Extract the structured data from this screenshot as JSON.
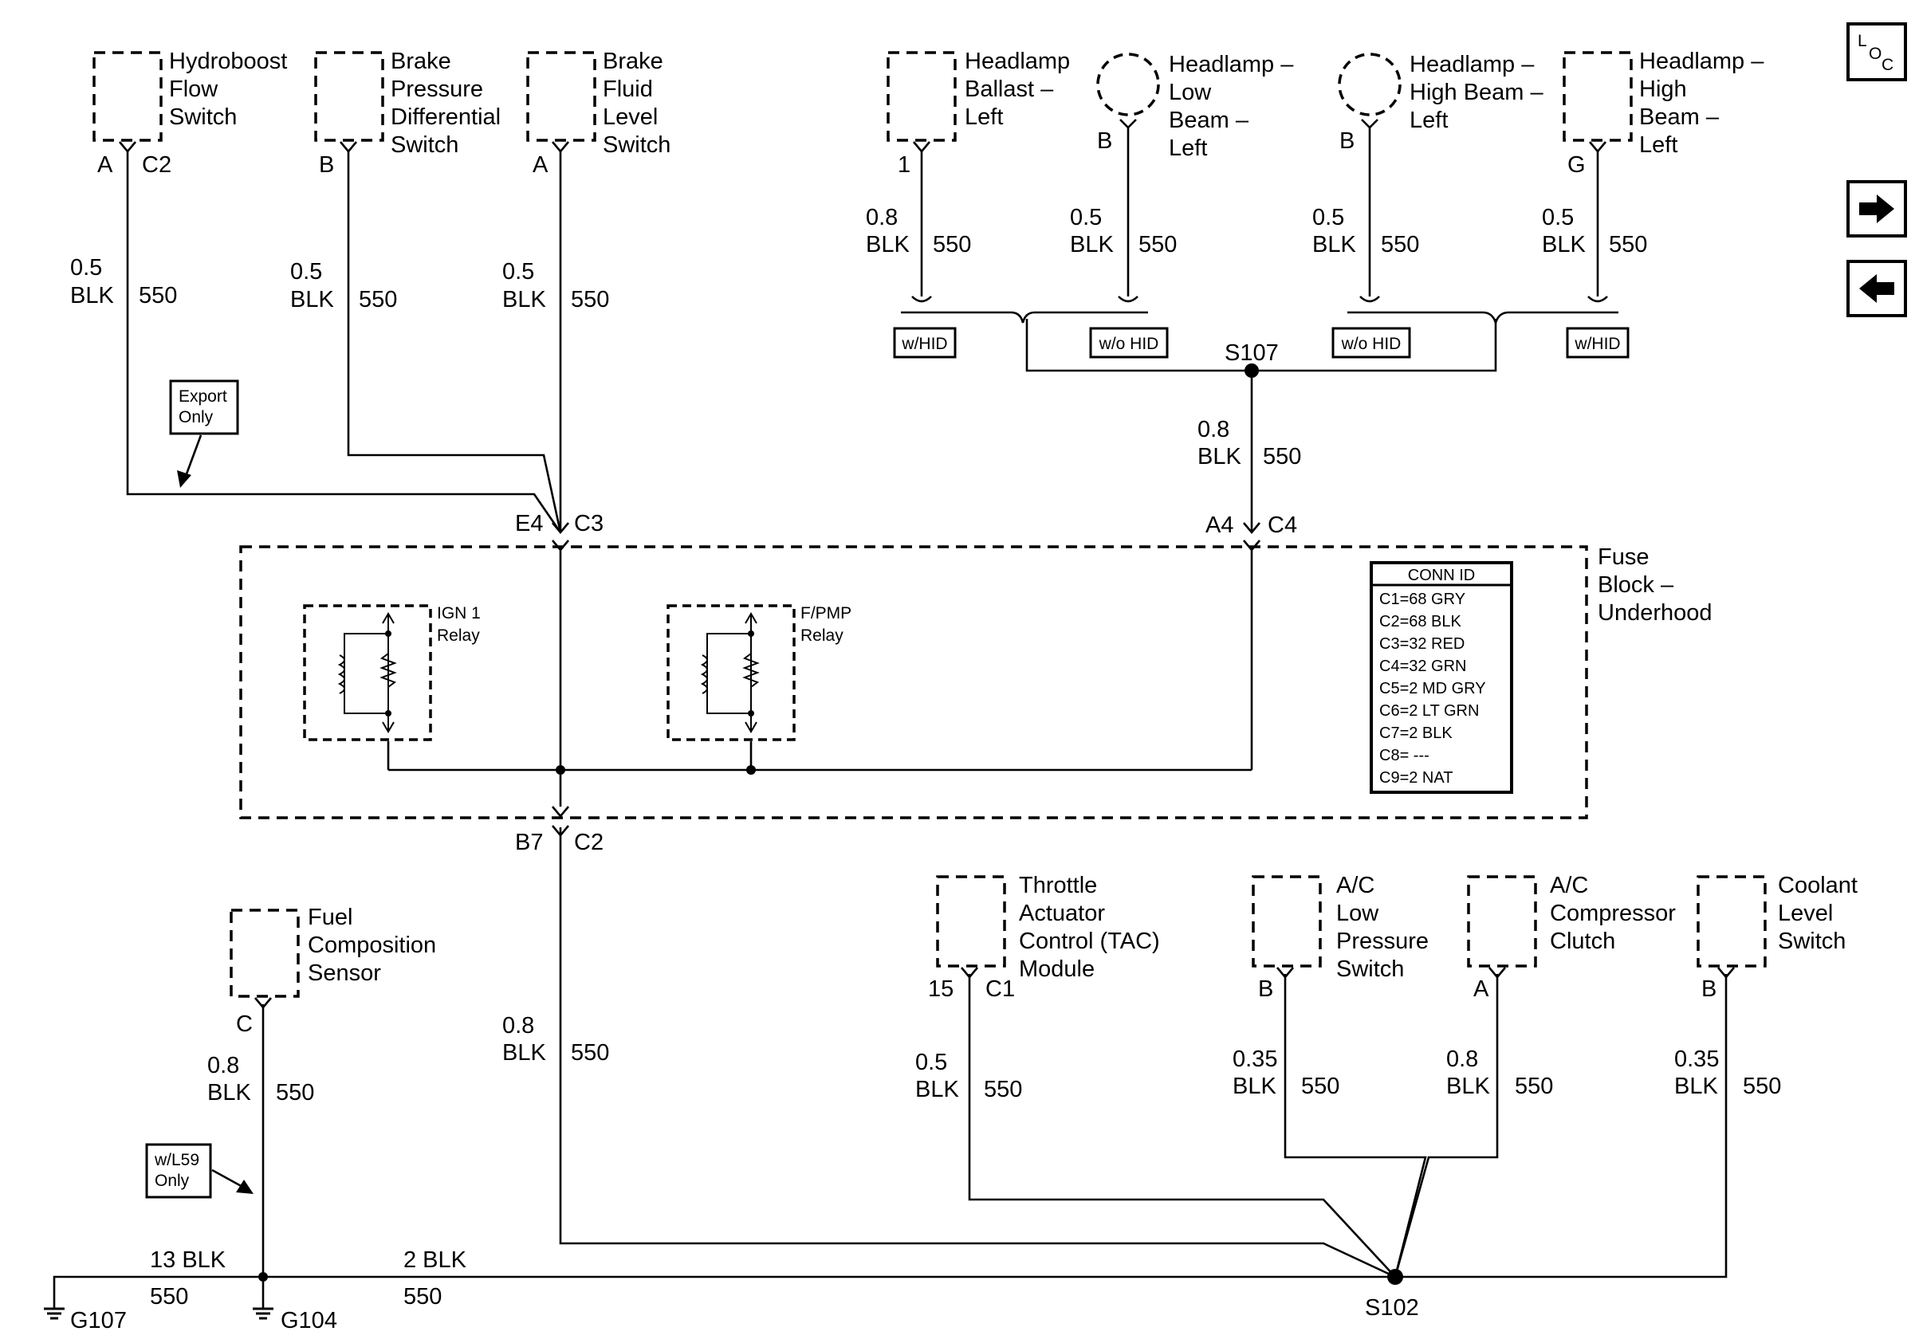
{
  "components": {
    "hydroboost": {
      "lines": [
        "Hydroboost",
        "Flow",
        "Switch"
      ],
      "pin": "A",
      "conn": "C2",
      "gauge": "0.5",
      "color": "BLK",
      "circuit": "550"
    },
    "brake_pressure": {
      "lines": [
        "Brake",
        "Pressure",
        "Differential",
        "Switch"
      ],
      "pin": "B",
      "gauge": "0.5",
      "color": "BLK",
      "circuit": "550"
    },
    "brake_fluid": {
      "lines": [
        "Brake",
        "Fluid",
        "Level",
        "Switch"
      ],
      "pin": "A",
      "gauge": "0.5",
      "color": "BLK",
      "circuit": "550"
    },
    "headlamp_ballast": {
      "lines": [
        "Headlamp",
        "Ballast –",
        "Left"
      ],
      "pin": "1",
      "gauge": "0.8",
      "color": "BLK",
      "circuit": "550",
      "option": "w/HID"
    },
    "headlamp_low": {
      "lines": [
        "Headlamp –",
        "Low",
        "Beam –",
        "Left"
      ],
      "pin": "B",
      "gauge": "0.5",
      "color": "BLK",
      "circuit": "550",
      "option": "w/o HID"
    },
    "headlamp_high_beam": {
      "lines": [
        "Headlamp –",
        "High Beam –",
        "Left"
      ],
      "pin": "B",
      "gauge": "0.5",
      "color": "BLK",
      "circuit": "550",
      "option": "w/o HID"
    },
    "headlamp_high": {
      "lines": [
        "Headlamp –",
        "High",
        "Beam –",
        "Left"
      ],
      "pin": "G",
      "gauge": "0.5",
      "color": "BLK",
      "circuit": "550",
      "option": "w/HID"
    },
    "fuel_sensor": {
      "lines": [
        "Fuel",
        "Composition",
        "Sensor"
      ],
      "pin": "C",
      "gauge": "0.8",
      "color": "BLK",
      "circuit": "550"
    },
    "tac": {
      "lines": [
        "Throttle",
        "Actuator",
        "Control (TAC)",
        "Module"
      ],
      "pin": "15",
      "conn": "C1",
      "gauge": "0.5",
      "color": "BLK",
      "circuit": "550"
    },
    "ac_low": {
      "lines": [
        "A/C",
        "Low",
        "Pressure",
        "Switch"
      ],
      "pin": "B",
      "gauge": "0.35",
      "color": "BLK",
      "circuit": "550"
    },
    "ac_clutch": {
      "lines": [
        "A/C",
        "Compressor",
        "Clutch"
      ],
      "pin": "A",
      "gauge": "0.8",
      "color": "BLK",
      "circuit": "550"
    },
    "coolant": {
      "lines": [
        "Coolant",
        "Level",
        "Switch"
      ],
      "pin": "B",
      "gauge": "0.35",
      "color": "BLK",
      "circuit": "550"
    }
  },
  "fuse_block": {
    "lines": [
      "Fuse",
      "Block –",
      "Underhood"
    ],
    "ign_relay": [
      "IGN 1",
      "Relay"
    ],
    "fpmp_relay": [
      "F/PMP",
      "Relay"
    ],
    "conn_e4": "E4",
    "conn_c3": "C3",
    "conn_a4": "A4",
    "conn_c4": "C4",
    "conn_b7": "B7",
    "conn_c2": "C2",
    "conn_id_title": "CONN ID",
    "conn_ids": [
      "C1=68 GRY",
      "C2=68 BLK",
      "C3=32 RED",
      "C4=32 GRN",
      "C5=2 MD GRY",
      "C6=2 LT GRN",
      "C7=2 BLK",
      "C8= ---",
      "C9=2 NAT"
    ]
  },
  "splices": {
    "s107": "S107",
    "s102": "S102"
  },
  "wires": {
    "s107_to_fuse": {
      "gauge": "0.8",
      "color": "BLK",
      "circuit": "550"
    },
    "fuse_to_s102": {
      "gauge": "0.8",
      "color": "BLK",
      "circuit": "550"
    },
    "g107_wire": {
      "label": "13 BLK",
      "circuit": "550"
    },
    "g104_wire": {
      "label": "2 BLK",
      "circuit": "550"
    }
  },
  "notes": {
    "export": [
      "Export",
      "Only"
    ],
    "l59": [
      "w/L59",
      "Only"
    ]
  },
  "grounds": {
    "g107": "G107",
    "g104": "G104"
  },
  "nav": {
    "loc_l": "L",
    "loc_o": "O",
    "loc_c": "C"
  },
  "icons": {
    "next": "arrow-right-icon",
    "prev": "arrow-left-icon"
  }
}
